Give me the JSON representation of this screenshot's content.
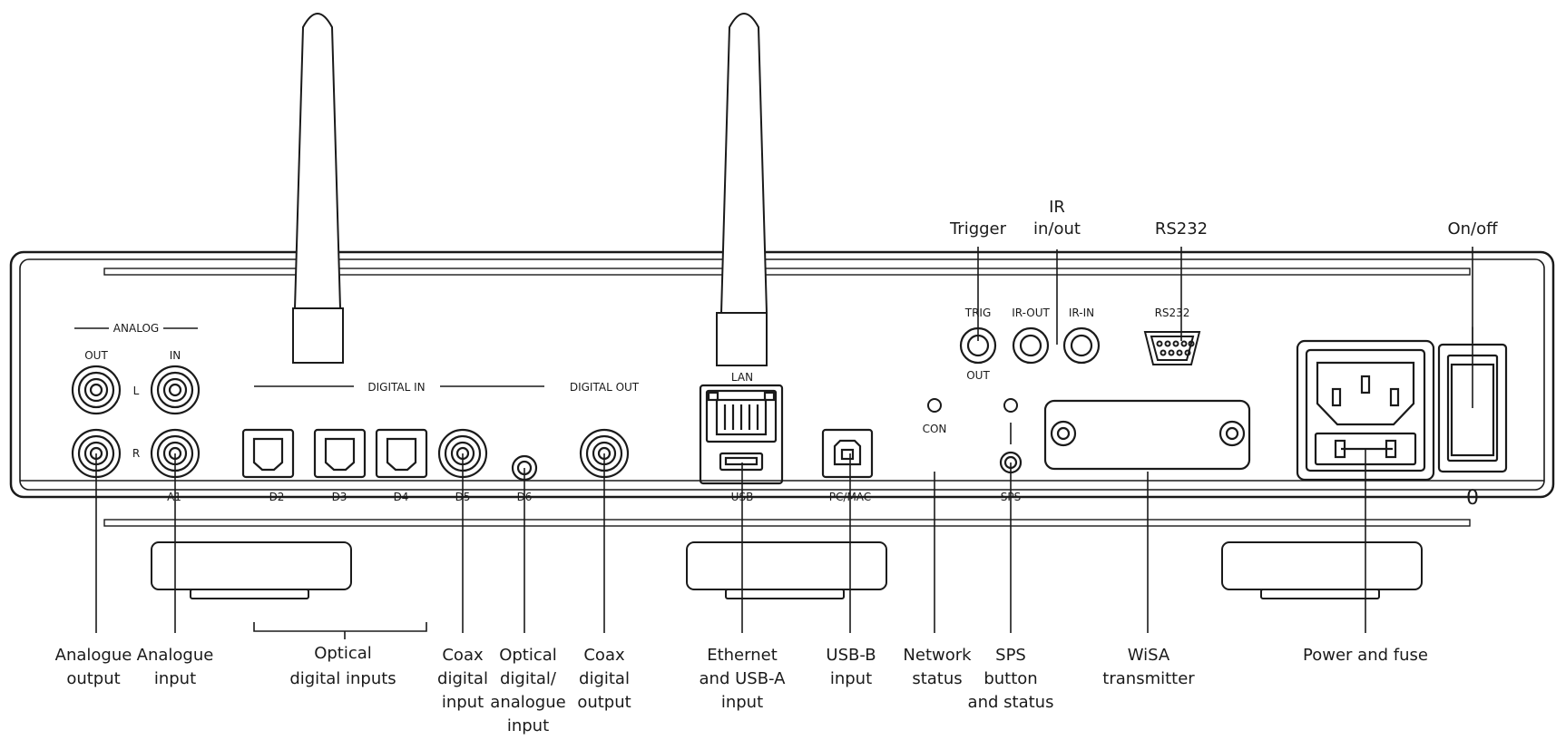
{
  "panel": {
    "analog_header": "ANALOG",
    "analog_out": "OUT",
    "analog_in": "IN",
    "left": "L",
    "right": "R",
    "a1": "A1",
    "digital_in_header": "DIGITAL IN",
    "digital_out_header": "DIGITAL OUT",
    "d2": "D2",
    "d3": "D3",
    "d4": "D4",
    "d5": "D5",
    "d6": "D6",
    "lan": "LAN",
    "usb": "USB",
    "pc_mac": "PC/MAC",
    "con": "CON",
    "sps": "SPS",
    "trig": "TRIG",
    "trig_out": "OUT",
    "ir_out": "IR-OUT",
    "ir_in": "IR-IN",
    "rs232": "RS232",
    "switch_on": "|",
    "switch_off": "0"
  },
  "callouts": {
    "trigger": "Trigger",
    "ir": [
      "IR",
      "in/out"
    ],
    "rs232": "RS232",
    "onoff": "On/off",
    "analogue_output": [
      "Analogue",
      "output"
    ],
    "analogue_input": [
      "Analogue",
      "input"
    ],
    "optical_digital_inputs": [
      "Optical",
      "digital inputs"
    ],
    "coax_digital_input": [
      "Coax",
      "digital",
      "input"
    ],
    "optical_digital_analogue_input": [
      "Optical",
      "digital/",
      "analogue",
      "input"
    ],
    "coax_digital_output": [
      "Coax",
      "digital",
      "output"
    ],
    "ethernet_usb_a_input": [
      "Ethernet",
      "and USB-A",
      "input"
    ],
    "usb_b_input": [
      "USB-B",
      "input"
    ],
    "network_status": [
      "Network",
      "status"
    ],
    "sps_button_status": [
      "SPS",
      "button",
      "and status"
    ],
    "wisa_transmitter": [
      "WiSA",
      "transmitter"
    ],
    "power_and_fuse": "Power and fuse"
  }
}
